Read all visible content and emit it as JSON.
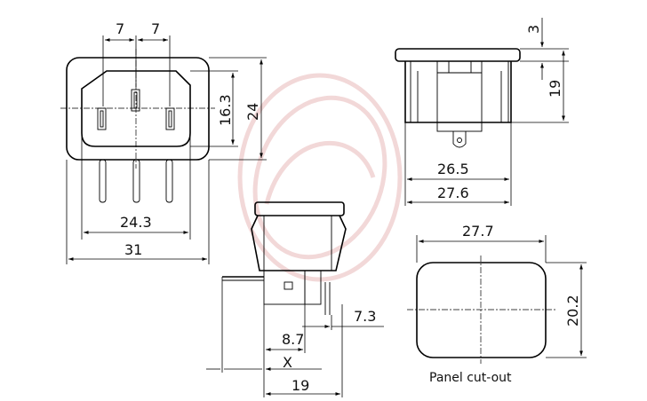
{
  "dimensions": {
    "pin_pitch_left": "7",
    "pin_pitch_right": "7",
    "body_height_inner": "16.3",
    "body_height_outer": "24",
    "body_width_inner": "24.3",
    "body_width_outer": "31",
    "flange_thickness": "3",
    "side_height": "19",
    "side_inner_width": "26.5",
    "side_outer_width": "27.6",
    "pin_offset": "7.3",
    "pin_depth": "8.7",
    "panel_variable": "X",
    "bottom_depth": "19",
    "cutout_width": "27.7",
    "cutout_height": "20.2"
  },
  "captions": {
    "panel_cutout": "Panel cut-out"
  },
  "colors": {
    "line": "#000000",
    "watermark": "#e8b8b8"
  }
}
